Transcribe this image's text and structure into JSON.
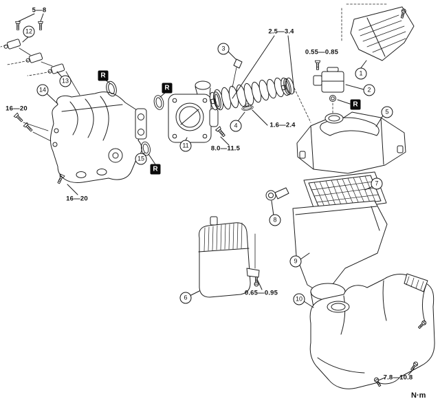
{
  "diagram": {
    "units_label": "N·m",
    "replace_symbol": "R",
    "callouts": [
      "1",
      "2",
      "3",
      "4",
      "5",
      "6",
      "7",
      "8",
      "9",
      "10",
      "11",
      "12",
      "13",
      "14",
      "15"
    ],
    "torque_specs": [
      "5—8",
      "0.55—0.85",
      "2.5—3.4",
      "1.6—2.4",
      "8.0—11.5",
      "16—20",
      "16—20",
      "0.65—0.95",
      "7.8—10.8"
    ]
  }
}
